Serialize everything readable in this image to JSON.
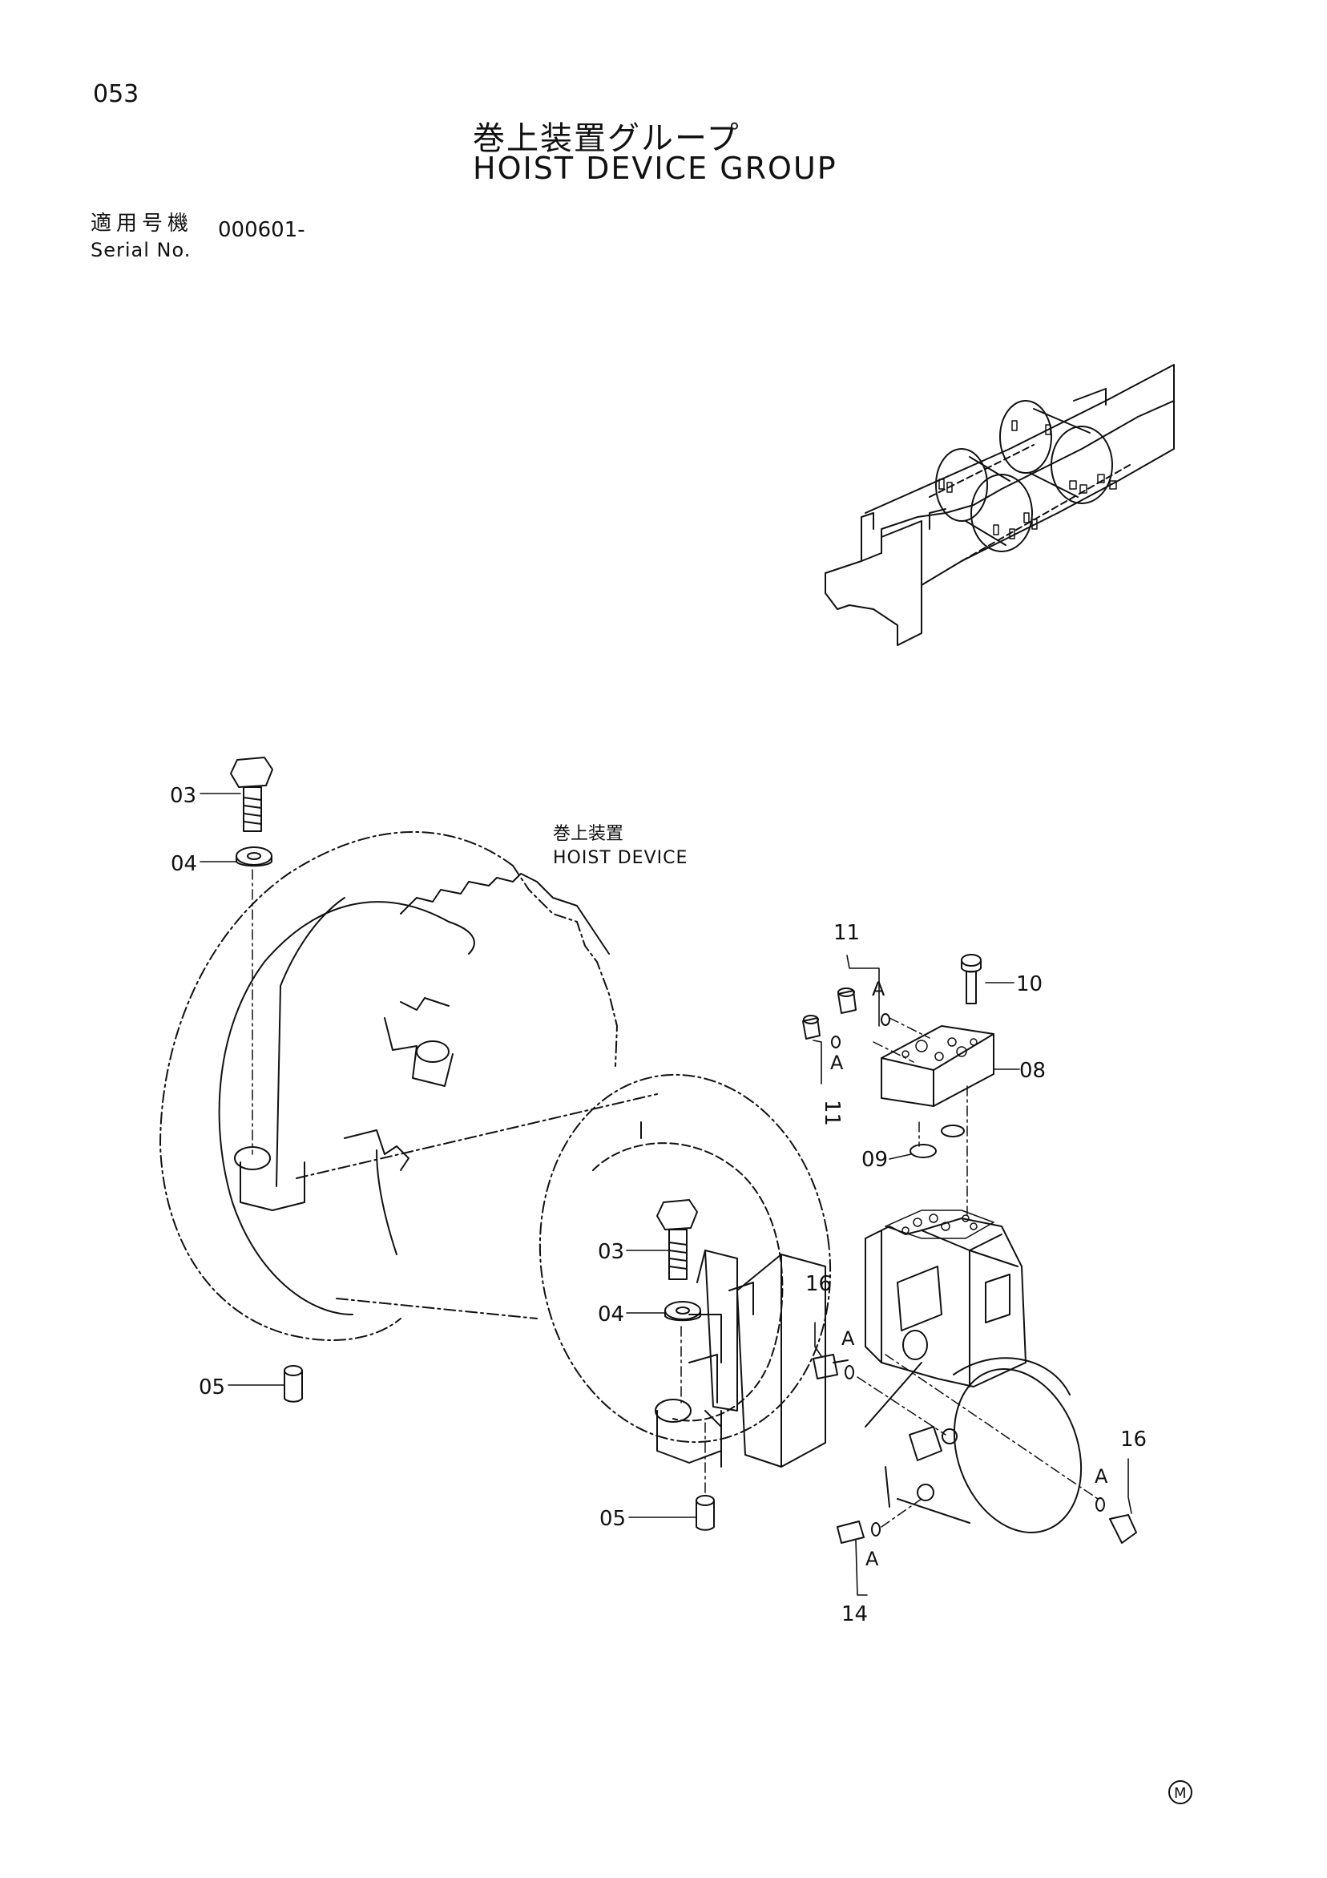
{
  "page": {
    "number": "053"
  },
  "title": {
    "jp": "巻上装置グループ",
    "en": "HOIST DEVICE GROUP"
  },
  "serial": {
    "label_jp": "適用号機",
    "label_en": "Serial No.",
    "value": "000601-"
  },
  "assembly_label": {
    "jp": "巻上装置",
    "en": "HOIST DEVICE"
  },
  "callouts": {
    "p03a": "03",
    "p04a": "04",
    "p05a": "05",
    "p03b": "03",
    "p04b": "04",
    "p05b": "05",
    "p08": "08",
    "p09": "09",
    "p10": "10",
    "p11a": "11",
    "p11b": "11",
    "p14": "14",
    "p16a": "16",
    "p16b": "16",
    "markA1": "A",
    "markA2": "A",
    "markA3": "A",
    "markA4": "A",
    "markA5": "A"
  },
  "footer_mark": "M"
}
